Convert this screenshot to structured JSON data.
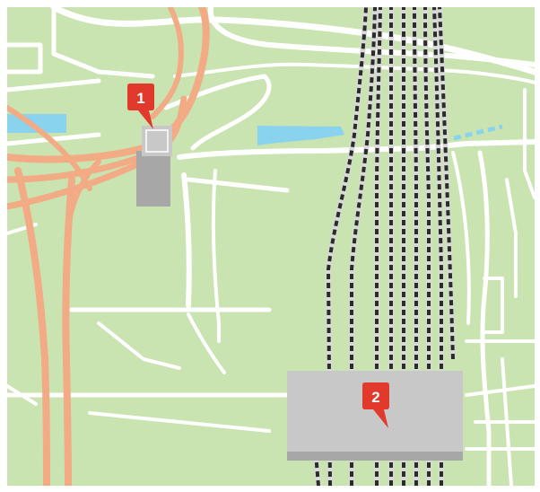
{
  "map": {
    "colors": {
      "land": "#c9e3b1",
      "road": "#ffffff",
      "highway": "#f2ab85",
      "water": "#8ad3ef",
      "rail_dark": "#2b2b2b",
      "rail_light": "#d9d9d9",
      "building": "#c8c8c8",
      "building_shadow": "#a7a7a7",
      "marker": "#e13a2d",
      "frame": "#ffffff"
    },
    "markers": [
      {
        "label": "1",
        "icon": "map-pin-icon"
      },
      {
        "label": "2",
        "icon": "map-pin-icon"
      }
    ],
    "buildings": [
      {
        "name": "tower-building"
      },
      {
        "name": "station-building"
      }
    ]
  }
}
